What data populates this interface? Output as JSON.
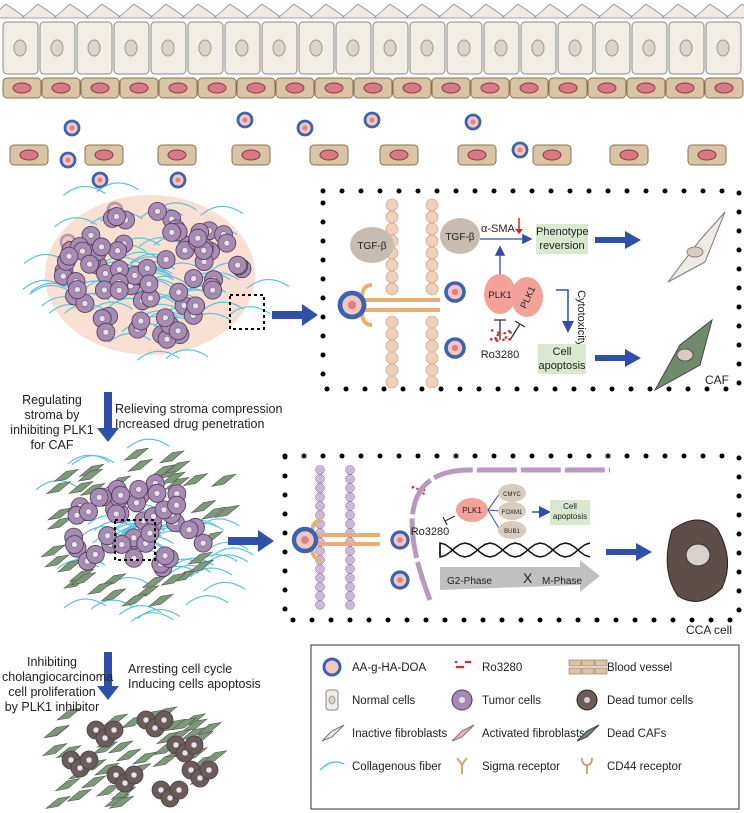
{
  "colors": {
    "arrow": "#2f4fa8",
    "box_green": "#dbe8d0",
    "plk1": "#f3a29a",
    "tgf": "#c8bcb0",
    "caf": "#6e8c6c",
    "tumor": "#a88bb4",
    "dead": "#6b5c58",
    "fiber": "#5ec3dc",
    "membrane": "#f0d0b8",
    "nucleus_membrane": "#b89ac0"
  },
  "top_box": {
    "tgf_left": "TGF-β",
    "tgf_right": "TGF-β",
    "asma": "α-SMA",
    "phenotype": "Phenotype reversion",
    "plk1_a": "PLK1",
    "plk1_b": "PLK1",
    "cytotoxicity": "Cytotoxicity",
    "ro": "Ro3280",
    "apoptosis": "Cell apoptosis",
    "caf": "CAF"
  },
  "bottom_box": {
    "plk1": "PLK1",
    "ro": "Ro3280",
    "cmyc": "CMYC",
    "foxm1": "FOXM1",
    "bub1": "BUB1",
    "apoptosis": "Cell apoptosis",
    "g2": "G2-Phase",
    "m": "M-Phase",
    "x": "X",
    "cca": "CCA cell"
  },
  "steps": {
    "step1_left": "Regulating stroma by inhibiting PLK1 for CAF",
    "step1_right_1": "Relieving stroma compression",
    "step1_right_2": "Increased drug penetration",
    "step2_left": "Inhibiting cholangiocarcinoma cell proliferation by PLK1 inhibitor",
    "step2_right_1": "Arresting cell cycle",
    "step2_right_2": "Inducing cells apoptosis"
  },
  "legend": [
    {
      "icon": "nanoparticle",
      "label": "AA-g-HA-DOA"
    },
    {
      "icon": "ro3280-dots",
      "label": "Ro3280"
    },
    {
      "icon": "blood-vessel",
      "label": "Blood vessel"
    },
    {
      "icon": "normal-cell",
      "label": "Normal cells"
    },
    {
      "icon": "tumor-cell",
      "label": "Tumor cells"
    },
    {
      "icon": "dead-tumor-cell",
      "label": "Dead tumor cells"
    },
    {
      "icon": "inactive-fibroblast",
      "label": "Inactive fibroblasts"
    },
    {
      "icon": "activated-fibroblast",
      "label": "Activated fibroblasts"
    },
    {
      "icon": "dead-caf",
      "label": "Dead CAFs"
    },
    {
      "icon": "collagen-fiber",
      "label": "Collagenous fiber"
    },
    {
      "icon": "sigma-receptor",
      "label": "Sigma receptor"
    },
    {
      "icon": "cd44-receptor",
      "label": "CD44 receptor"
    }
  ]
}
